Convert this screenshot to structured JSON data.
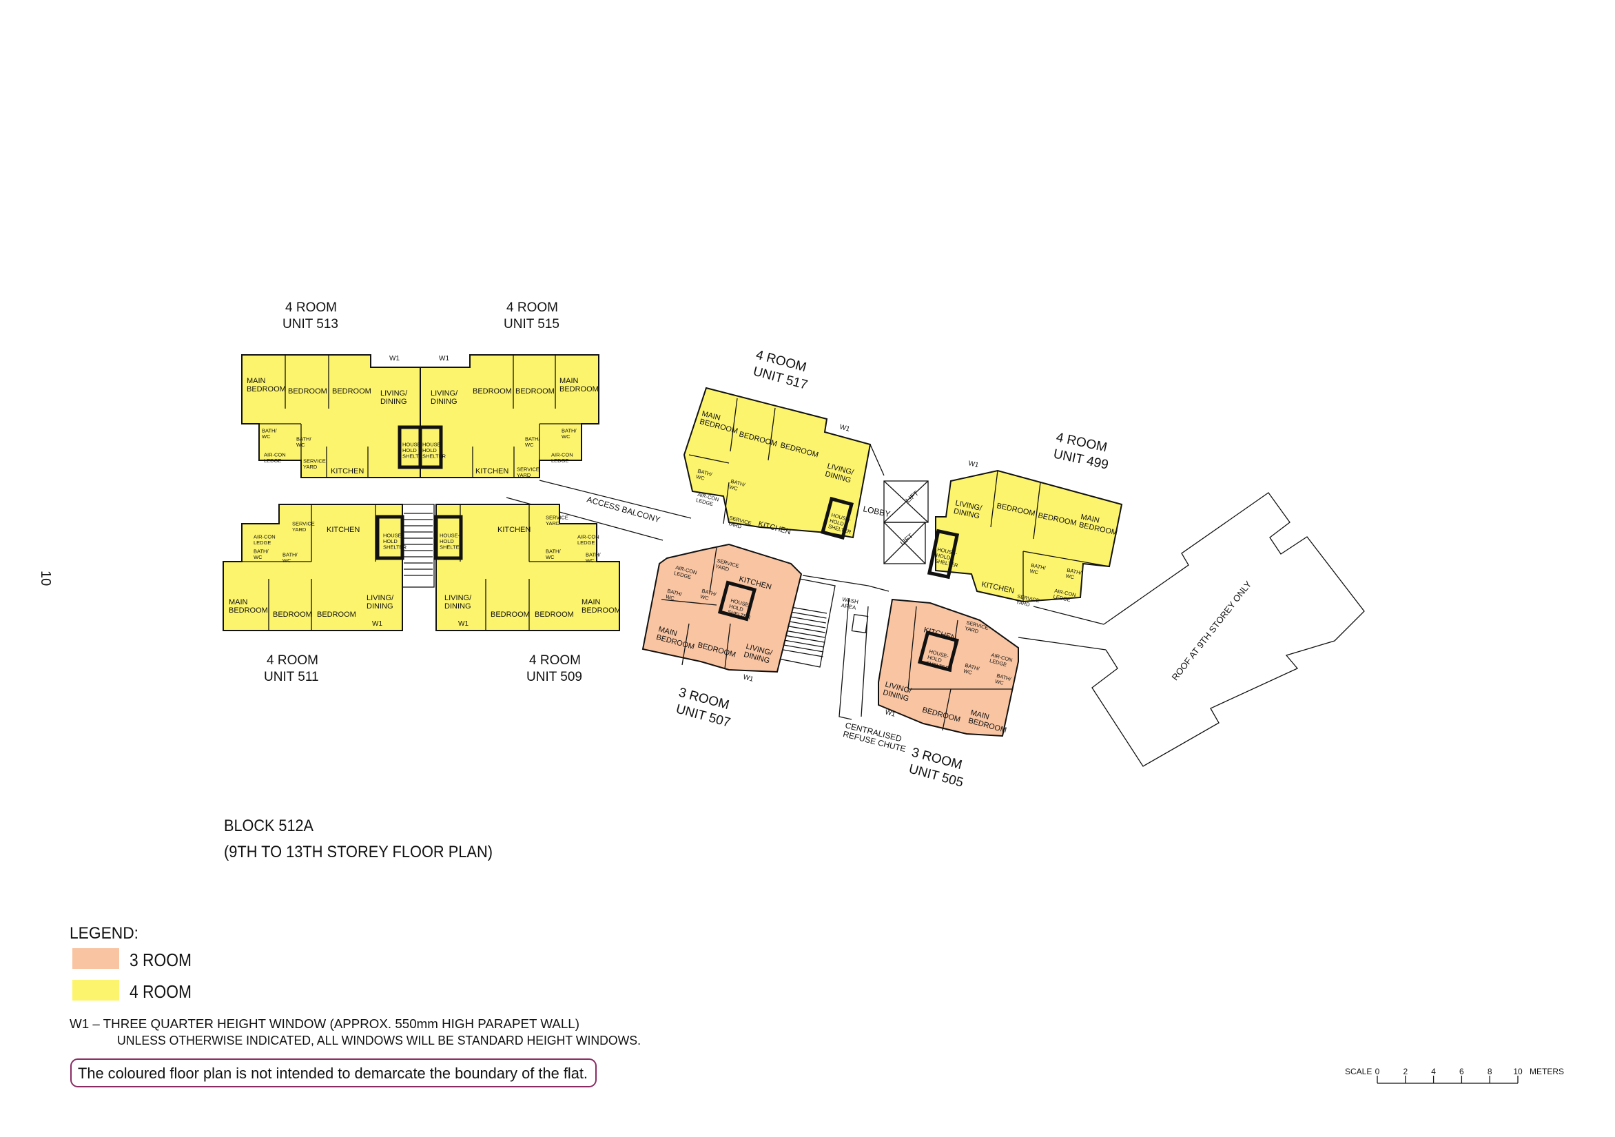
{
  "page_number": "10",
  "units": [
    {
      "id": "513",
      "type": "4 ROOM",
      "unit": "UNIT 513",
      "window": "W1",
      "rooms": [
        "MAIN\nBEDROOM",
        "BEDROOM",
        "BEDROOM",
        "LIVING/\nDINING",
        "BATH/\nWC",
        "BATH/\nWC",
        "AIR-CON\nLEDGE",
        "SERVICE\nYARD",
        "KITCHEN",
        "HOUSE-\nHOLD\nSHELTER"
      ]
    },
    {
      "id": "515",
      "type": "4 ROOM",
      "unit": "UNIT 515",
      "window": "W1",
      "rooms": [
        "MAIN\nBEDROOM",
        "BEDROOM",
        "BEDROOM",
        "LIVING/\nDINING",
        "BATH/\nWC",
        "BATH/\nWC",
        "AIR-CON\nLEDGE",
        "SERVICE\nYARD",
        "KITCHEN",
        "HOUSE-\nHOLD\nSHELTER"
      ]
    },
    {
      "id": "511",
      "type": "4 ROOM",
      "unit": "UNIT 511",
      "window": "W1",
      "rooms": [
        "MAIN\nBEDROOM",
        "BEDROOM",
        "BEDROOM",
        "LIVING/\nDINING",
        "BATH/\nWC",
        "BATH/\nWC",
        "AIR-CON\nLEDGE",
        "SERVICE\nYARD",
        "KITCHEN",
        "HOUSE-\nHOLD\nSHELTER"
      ]
    },
    {
      "id": "509",
      "type": "4 ROOM",
      "unit": "UNIT 509",
      "window": "W1",
      "rooms": [
        "MAIN\nBEDROOM",
        "BEDROOM",
        "BEDROOM",
        "LIVING/\nDINING",
        "BATH/\nWC",
        "BATH/\nWC",
        "AIR-CON\nLEDGE",
        "SERVICE\nYARD",
        "KITCHEN",
        "HOUSE-\nHOLD\nSHELTER"
      ]
    },
    {
      "id": "517",
      "type": "4 ROOM",
      "unit": "UNIT 517",
      "window": "W1",
      "rooms": [
        "MAIN\nBEDROOM",
        "BEDROOM",
        "BEDROOM",
        "LIVING/\nDINING",
        "BATH/\nWC",
        "BATH/\nWC",
        "AIR-CON\nLEDGE",
        "SERVICE\nYARD",
        "KITCHEN",
        "HOUSE-\nHOLD\nSHELTER"
      ]
    },
    {
      "id": "499",
      "type": "4 ROOM",
      "unit": "UNIT 499",
      "window": "W1",
      "rooms": [
        "MAIN\nBEDROOM",
        "BEDROOM",
        "BEDROOM",
        "LIVING/\nDINING",
        "BATH/\nWC",
        "BATH/\nWC",
        "AIR-CON\nLEDGE",
        "SERVICE\nYARD",
        "KITCHEN",
        "HOUSE-\nHOLD\nSHELTER"
      ]
    },
    {
      "id": "507",
      "type": "3 ROOM",
      "unit": "UNIT 507",
      "window": "W1",
      "rooms": [
        "MAIN\nBEDROOM",
        "BEDROOM",
        "LIVING/\nDINING",
        "BATH/\nWC",
        "BATH/\nWC",
        "AIR-CON\nLEDGE",
        "SERVICE\nYARD",
        "KITCHEN",
        "HOUSE-\nHOLD\nSHELTER"
      ]
    },
    {
      "id": "505",
      "type": "3 ROOM",
      "unit": "UNIT 505",
      "window": "W1",
      "rooms": [
        "MAIN\nBEDROOM",
        "BEDROOM",
        "LIVING/\nDINING",
        "BATH/\nWC",
        "BATH/\nWC",
        "AIR-CON\nLEDGE",
        "SERVICE\nYARD",
        "KITCHEN",
        "HOUSE-\nHOLD\nSHELTER"
      ]
    }
  ],
  "common_areas": {
    "access_balcony": "ACCESS BALCONY",
    "lobby": "LOBBY",
    "lift": "LIFT",
    "wash_area": "WASH\nAREA",
    "refuse_chute": "CENTRALISED\nREFUSE CHUTE",
    "roof": "ROOF AT 9TH STOREY ONLY"
  },
  "block": {
    "title": "BLOCK 512A",
    "subtitle": "(9TH TO 13TH STOREY FLOOR PLAN)"
  },
  "legend": {
    "heading": "LEGEND:",
    "items": [
      {
        "label": "3 ROOM",
        "color": "#f8c4a2"
      },
      {
        "label": "4 ROOM",
        "color": "#fcf46c"
      }
    ],
    "w1_note_line1": "W1  –  THREE QUARTER HEIGHT WINDOW (APPROX. 550mm HIGH PARAPET WALL)",
    "w1_note_line2": "UNLESS OTHERWISE INDICATED, ALL WINDOWS WILL BE STANDARD HEIGHT WINDOWS.",
    "disclaimer": "The coloured floor plan is not intended to demarcate the boundary of the flat."
  },
  "scale_bar": {
    "label": "SCALE",
    "ticks": [
      "0",
      "2",
      "4",
      "6",
      "8",
      "10"
    ],
    "unit": "METERS"
  },
  "colors": {
    "three_room": "#f8c4a2",
    "four_room": "#fcf46c",
    "disclaimer_border": "#8a2a62"
  }
}
